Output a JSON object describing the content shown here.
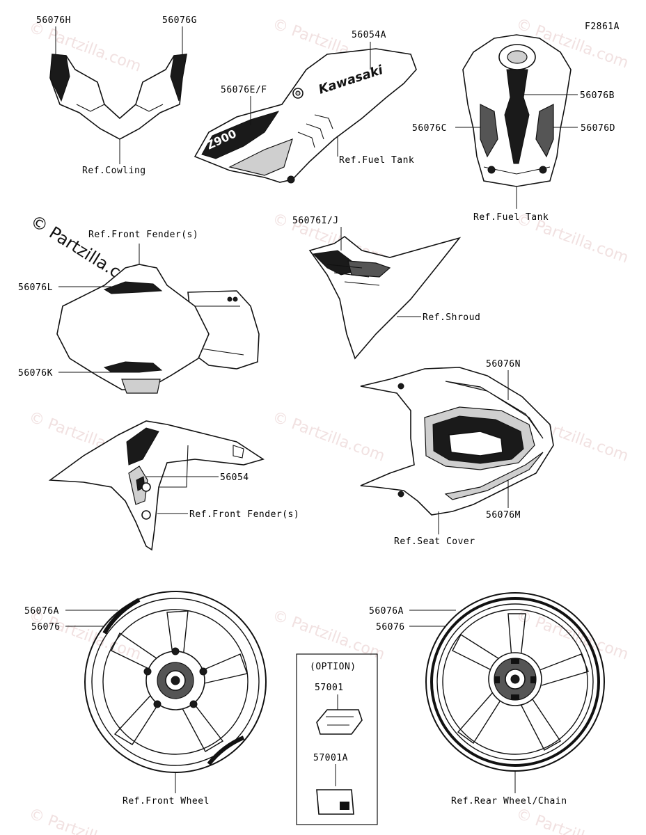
{
  "figure_code": "F2861A",
  "watermark": "© Partzilla.com",
  "callouts": {
    "c_56076H": "56076H",
    "c_56076G": "56076G",
    "c_56054A": "56054A",
    "c_56076EF": "56076E/F",
    "c_56076B": "56076B",
    "c_56076C": "56076C",
    "c_56076D": "56076D",
    "c_56076IJ": "56076I/J",
    "c_56076L": "56076L",
    "c_56076K": "56076K",
    "c_56076N": "56076N",
    "c_56054": "56054",
    "c_56076M": "56076M",
    "c_56076A_left": "56076A",
    "c_56076_left": "56076",
    "c_56076A_right": "56076A",
    "c_56076_right": "56076",
    "c_57001": "57001",
    "c_57001A": "57001A"
  },
  "refs": {
    "cowling": "Ref.Cowling",
    "fuel_tank_1": "Ref.Fuel Tank",
    "fuel_tank_2": "Ref.Fuel Tank",
    "front_fender_top": "Ref.Front Fender(s)",
    "shroud": "Ref.Shroud",
    "front_fender_mid": "Ref.Front Fender(s)",
    "seat_cover": "Ref.Seat Cover",
    "front_wheel": "Ref.Front Wheel",
    "rear_wheel": "Ref.Rear Wheel/Chain"
  },
  "option_label": "(OPTION)",
  "decal_text": {
    "kawasaki": "Kawasaki",
    "z900": "Z900"
  }
}
